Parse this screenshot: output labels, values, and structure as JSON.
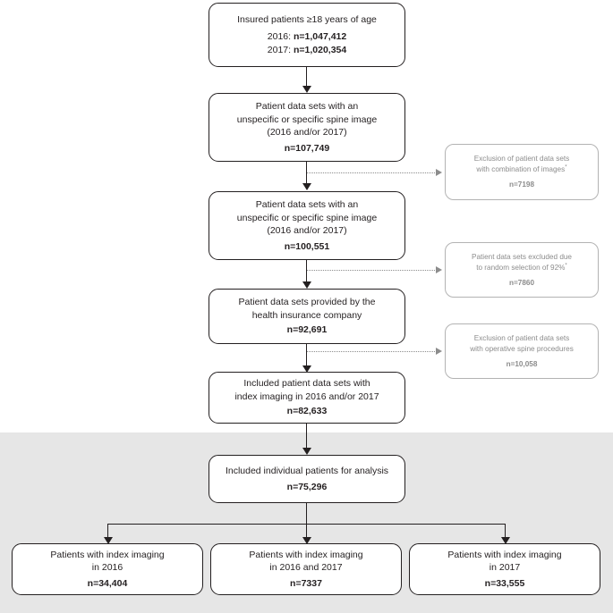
{
  "figure": {
    "type": "flowchart",
    "title": "Patient selection flow diagram",
    "colors": {
      "box_border": "#231f20",
      "text": "#231f20",
      "excluded_border": "#b3b3b3",
      "excluded_text": "#8c8c8c",
      "shade_band": "#e6e6e6",
      "background": "#ffffff"
    }
  },
  "main_nodes": [
    {
      "id": "insured",
      "lines": [
        "Insured patients ≥18 years of age"
      ],
      "stats": [
        {
          "label": "2016:",
          "value": "n=1,047,412"
        },
        {
          "label": "2017:",
          "value": "n=1,020,354"
        }
      ]
    },
    {
      "id": "spine_image_1",
      "lines": [
        "Patient data sets with an",
        "unspecific or specific spine image",
        "(2016 and/or 2017)"
      ],
      "value": "n=107,749"
    },
    {
      "id": "spine_image_2",
      "lines": [
        "Patient data sets with an",
        "unspecific or specific spine image",
        "(2016 and/or 2017)"
      ],
      "value": "n=100,551"
    },
    {
      "id": "provided_by_insurer",
      "lines": [
        "Patient data sets provided by the",
        "health insurance company"
      ],
      "value": "n=92,691"
    },
    {
      "id": "included_datasets",
      "lines": [
        "Included patient data sets with",
        "index imaging in 2016 and/or 2017"
      ],
      "value": "n=82,633"
    },
    {
      "id": "included_individuals",
      "lines": [
        "Included individual patients for analysis"
      ],
      "value": "n=75,296"
    }
  ],
  "exclusion_nodes": [
    {
      "id": "excl_combination",
      "line1": "Exclusion of patient data sets",
      "line2": "with combination of images",
      "superscript": "*",
      "value": "n=7198"
    },
    {
      "id": "excl_random",
      "line1": "Patient data sets excluded due",
      "line2": "to random selection of 92%",
      "superscript": "*",
      "value": "n=7860"
    },
    {
      "id": "excl_operative",
      "line1": "Exclusion of patient data sets",
      "line2": "with operative spine procedures",
      "superscript": "",
      "value": "n=10,058"
    }
  ],
  "outcome_nodes": [
    {
      "id": "outcome_2016",
      "line1": "Patients with index imaging",
      "line2": "in 2016",
      "value": "n=34,404"
    },
    {
      "id": "outcome_both",
      "line1": "Patients with index imaging",
      "line2": "in 2016 and 2017",
      "value": "n=7337"
    },
    {
      "id": "outcome_2017",
      "line1": "Patients with index imaging",
      "line2": "in 2017",
      "value": "n=33,555"
    }
  ]
}
